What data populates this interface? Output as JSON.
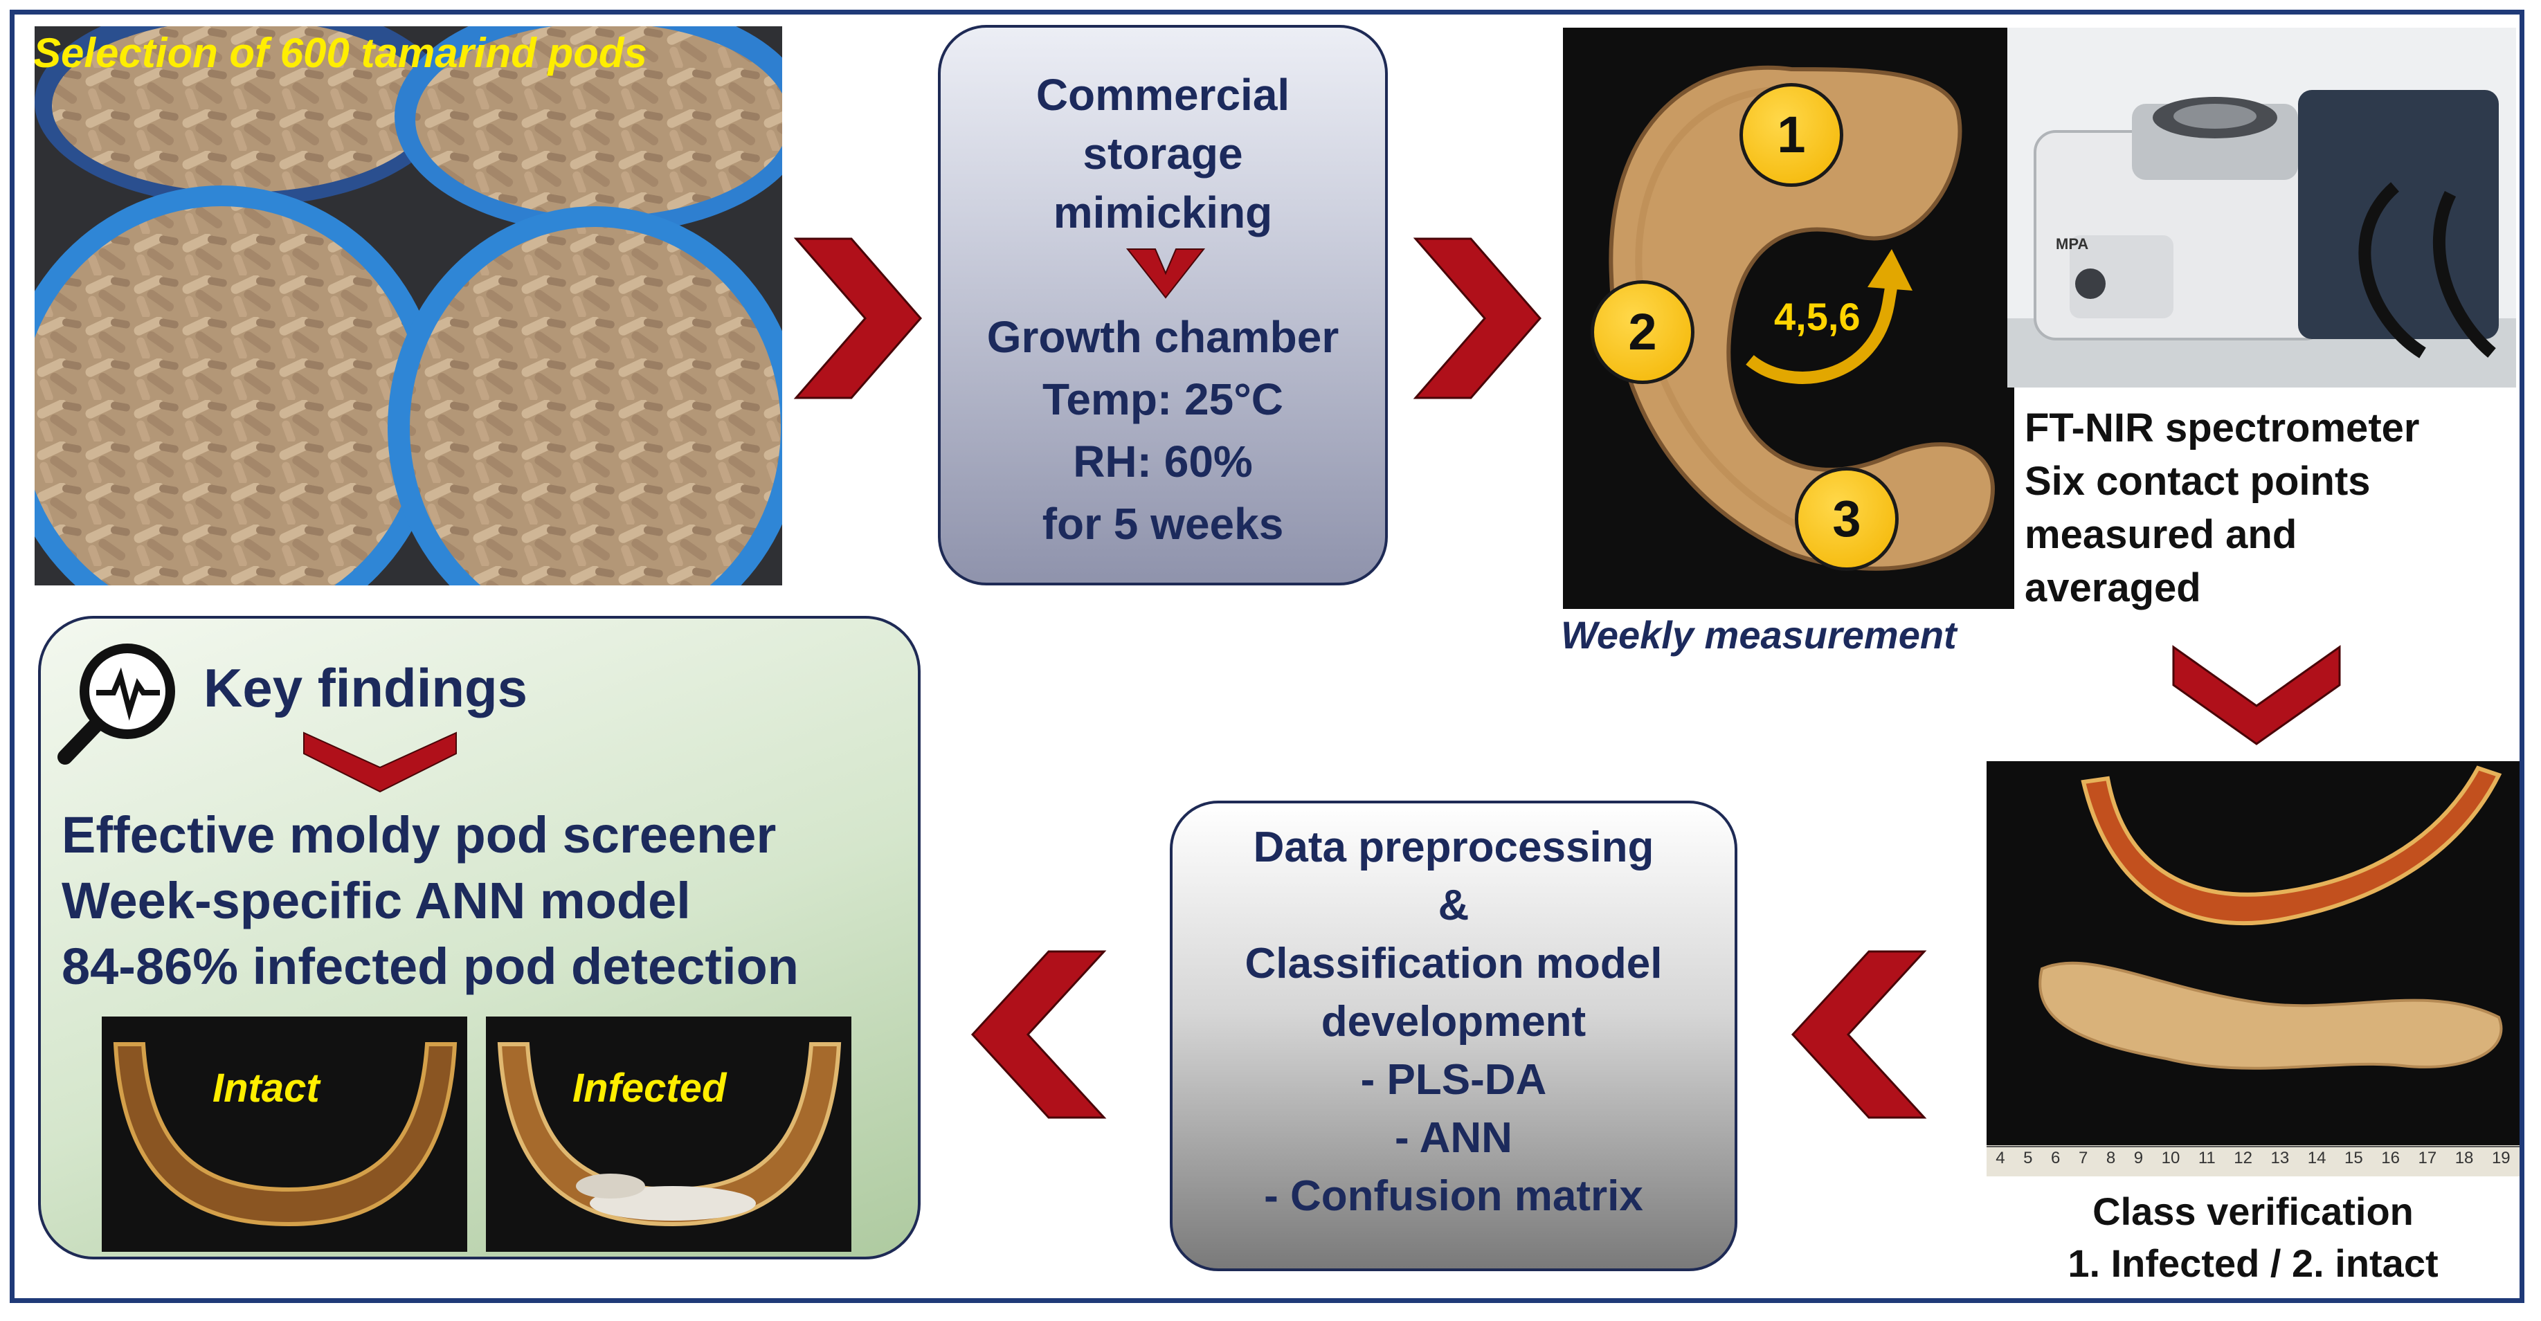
{
  "step1": {
    "title": "Selection of 600 tamarind pods"
  },
  "step2": {
    "lines": [
      "Commercial",
      "storage",
      "mimicking",
      "Growth chamber",
      "Temp: 25°C",
      "RH: 60%",
      "for 5 weeks"
    ]
  },
  "step3": {
    "caption": "Weekly measurement",
    "points": [
      "1",
      "2",
      "3"
    ],
    "rotation_label": "4,5,6"
  },
  "step4": {
    "lines": [
      "FT-NIR spectrometer",
      "Six contact points",
      "measured and",
      "averaged"
    ],
    "instrument_brand": "MPA"
  },
  "step5": {
    "lines": [
      "Class verification",
      "1. Infected / 2. intact"
    ],
    "ruler_ticks": [
      "4",
      "5",
      "6",
      "7",
      "8",
      "9",
      "10",
      "11",
      "12",
      "13",
      "14",
      "15",
      "16",
      "17",
      "18",
      "19"
    ]
  },
  "step6": {
    "lines": [
      "Data preprocessing",
      "&",
      "Classification model",
      "development",
      "- PLS-DA",
      "- ANN",
      "- Confusion matrix"
    ]
  },
  "findings": {
    "title": "Key findings",
    "lines": [
      "Effective moldy pod screener",
      "Week-specific ANN model",
      "84-86% infected pod detection"
    ],
    "photo_labels": [
      "Intact",
      "Infected"
    ]
  },
  "colors": {
    "frame": "#1f3a78",
    "arrow": "#b0101a",
    "text": "#1c2a5c",
    "highlight": "#ffee00",
    "badge": "#f3b400"
  }
}
